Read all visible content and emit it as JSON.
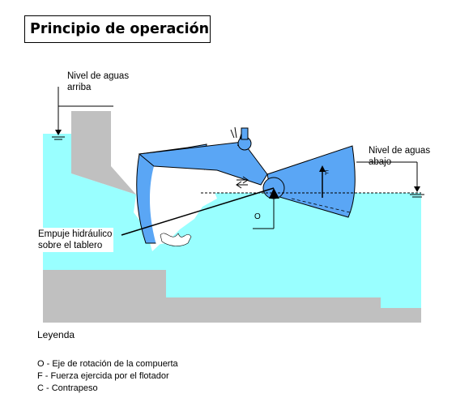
{
  "title": "Principio de operación",
  "labels": {
    "upstream_level": [
      "Nivel de aguas",
      "arriba"
    ],
    "downstream_level": [
      "Nivel de aguas",
      "abajo"
    ],
    "hydraulic_push": [
      "Empuje hidráulico",
      "sobre el tablero"
    ],
    "axis": "O",
    "force": "F"
  },
  "legend": {
    "title": "Leyenda",
    "items": [
      "O - Eje de rotación de la compuerta",
      "F  - Fuerza ejercida por el flotador",
      "C  - Contrapeso"
    ]
  },
  "colors": {
    "water": "#99ffff",
    "gate": "#5aa6f5",
    "concrete": "#c0c0c0",
    "counterweight": "#5aa6f5",
    "line": "#000000"
  }
}
